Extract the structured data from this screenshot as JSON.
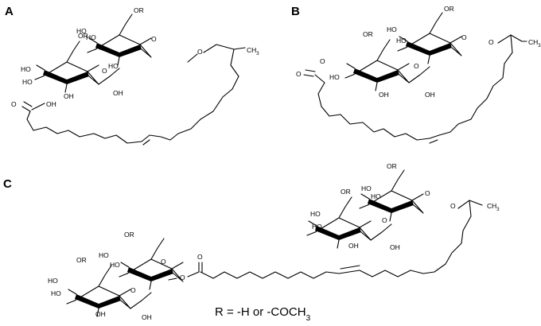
{
  "panels": {
    "a": {
      "label": "A"
    },
    "b": {
      "label": "B"
    },
    "c": {
      "label": "C"
    }
  },
  "atoms": {
    "or": "OR",
    "ho": "HO",
    "oh": "OH",
    "o": "O",
    "ch3": "CH3"
  },
  "caption": {
    "prefix": "R = -H or -COCH",
    "subscript": "3"
  }
}
